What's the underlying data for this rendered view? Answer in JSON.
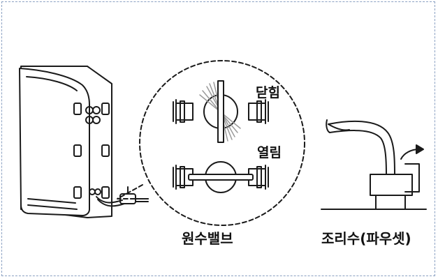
{
  "labels": {
    "closed": "닫힘",
    "open": "열림",
    "valve": "원수밸브",
    "faucet": "조리수(파우셋)"
  },
  "colors": {
    "frame": "#8aa0c2",
    "line": "#1a1a1a",
    "shade": "#9a9a9a"
  }
}
